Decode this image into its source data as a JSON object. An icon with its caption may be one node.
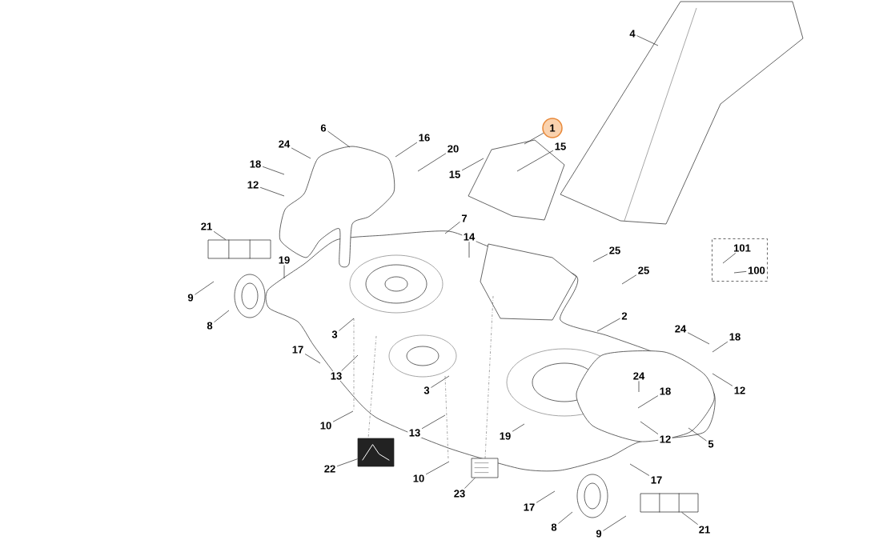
{
  "diagram": {
    "nodes": [
      {
        "text": [
          "4"
        ]
      },
      {
        "text": [
          "1"
        ]
      },
      {
        "text": [
          "6"
        ]
      },
      {
        "text": [
          "16"
        ]
      },
      {
        "text": [
          "15"
        ]
      },
      {
        "text": [
          "24"
        ]
      },
      {
        "text": [
          "20"
        ]
      },
      {
        "text": [
          "15"
        ]
      },
      {
        "text": [
          "18"
        ]
      },
      {
        "text": [
          "12"
        ]
      },
      {
        "text": [
          "21"
        ]
      },
      {
        "text": [
          "7"
        ]
      },
      {
        "text": [
          "14"
        ]
      },
      {
        "text": [],
        "shape": "box"
      },
      {
        "text": [
          "101"
        ],
        "in": 13
      },
      {
        "text": [
          "25"
        ]
      },
      {
        "text": [
          "19"
        ]
      },
      {
        "text": [
          "100"
        ],
        "in": 13
      },
      {
        "text": [
          "25"
        ]
      },
      {
        "text": [
          "9"
        ]
      },
      {
        "text": [
          "2"
        ]
      },
      {
        "text": [
          "8"
        ]
      },
      {
        "text": [
          "24"
        ]
      },
      {
        "text": [
          "3"
        ]
      },
      {
        "text": [
          "18"
        ]
      },
      {
        "text": [
          "17"
        ]
      },
      {
        "text": [
          "13"
        ]
      },
      {
        "text": [
          "24"
        ]
      },
      {
        "text": [
          "3"
        ]
      },
      {
        "text": [
          "12"
        ]
      },
      {
        "text": [
          "18"
        ]
      },
      {
        "text": [
          "10"
        ]
      },
      {
        "text": [
          "13"
        ]
      },
      {
        "text": [
          "19"
        ]
      },
      {
        "text": [
          "12"
        ]
      },
      {
        "text": [
          "5"
        ]
      },
      {
        "text": [
          "22"
        ]
      },
      {
        "text": [
          "10"
        ]
      },
      {
        "text": [
          "23"
        ]
      },
      {
        "text": [
          "17"
        ]
      },
      {
        "text": [
          "17"
        ]
      },
      {
        "text": [
          "8"
        ]
      },
      {
        "text": [
          "21"
        ]
      },
      {
        "text": [
          "9"
        ]
      },
      {
        "text": [],
        "shape": "picture"
      },
      {
        "text": [],
        "shape": "picture"
      },
      {
        "text": [],
        "shape": "picture"
      },
      {
        "text": [],
        "shape": "picture"
      }
    ],
    "edges": [
      {
        "from": 0,
        "to": null,
        "arrow": "none"
      },
      {
        "from": 1,
        "to": null,
        "arrow": "none"
      },
      {
        "from": 2,
        "to": null,
        "arrow": "none"
      },
      {
        "from": 3,
        "to": null,
        "arrow": "none"
      },
      {
        "from": 4,
        "to": null,
        "arrow": "none"
      },
      {
        "from": 5,
        "to": null,
        "arrow": "none"
      },
      {
        "from": 6,
        "to": null,
        "arrow": "none"
      },
      {
        "from": 7,
        "to": null,
        "arrow": "none"
      },
      {
        "from": 8,
        "to": null,
        "arrow": "none"
      },
      {
        "from": 9,
        "to": null,
        "arrow": "none"
      },
      {
        "from": 10,
        "to": 44,
        "arrow": "none"
      },
      {
        "from": 11,
        "to": null,
        "arrow": "none"
      },
      {
        "from": 12,
        "to": null,
        "arrow": "none"
      },
      {
        "from": 14,
        "to": null,
        "arrow": "none"
      },
      {
        "from": 15,
        "to": null,
        "arrow": "none"
      },
      {
        "from": 16,
        "to": null,
        "arrow": "none"
      },
      {
        "from": 17,
        "to": null,
        "arrow": "none"
      },
      {
        "from": 18,
        "to": null,
        "arrow": "none"
      },
      {
        "from": 19,
        "to": null,
        "arrow": "none"
      },
      {
        "from": 20,
        "to": null,
        "arrow": "none"
      },
      {
        "from": 21,
        "to": null,
        "arrow": "none"
      },
      {
        "from": 22,
        "to": null,
        "arrow": "none"
      },
      {
        "from": 23,
        "to": null,
        "arrow": "none"
      },
      {
        "from": 24,
        "to": null,
        "arrow": "none"
      },
      {
        "from": 25,
        "to": null,
        "arrow": "none"
      },
      {
        "from": 26,
        "to": null,
        "arrow": "none"
      },
      {
        "from": 27,
        "to": null,
        "arrow": "none"
      },
      {
        "from": 28,
        "to": null,
        "arrow": "none"
      },
      {
        "from": 29,
        "to": null,
        "arrow": "none"
      },
      {
        "from": 30,
        "to": null,
        "arrow": "none"
      },
      {
        "from": 31,
        "to": null,
        "arrow": "none"
      },
      {
        "from": 32,
        "to": null,
        "arrow": "none"
      },
      {
        "from": 33,
        "to": null,
        "arrow": "none"
      },
      {
        "from": 34,
        "to": null,
        "arrow": "none"
      },
      {
        "from": 35,
        "to": null,
        "arrow": "none"
      },
      {
        "from": 36,
        "to": 45,
        "arrow": "none"
      },
      {
        "from": 37,
        "to": null,
        "arrow": "none"
      },
      {
        "from": 38,
        "to": 46,
        "arrow": "none"
      },
      {
        "from": 39,
        "to": null,
        "arrow": "none"
      },
      {
        "from": 40,
        "to": null,
        "arrow": "none"
      },
      {
        "from": 41,
        "to": null,
        "arrow": "none"
      },
      {
        "from": 42,
        "to": 47,
        "arrow": "none"
      },
      {
        "from": 43,
        "to": null,
        "arrow": "none"
      }
    ]
  }
}
